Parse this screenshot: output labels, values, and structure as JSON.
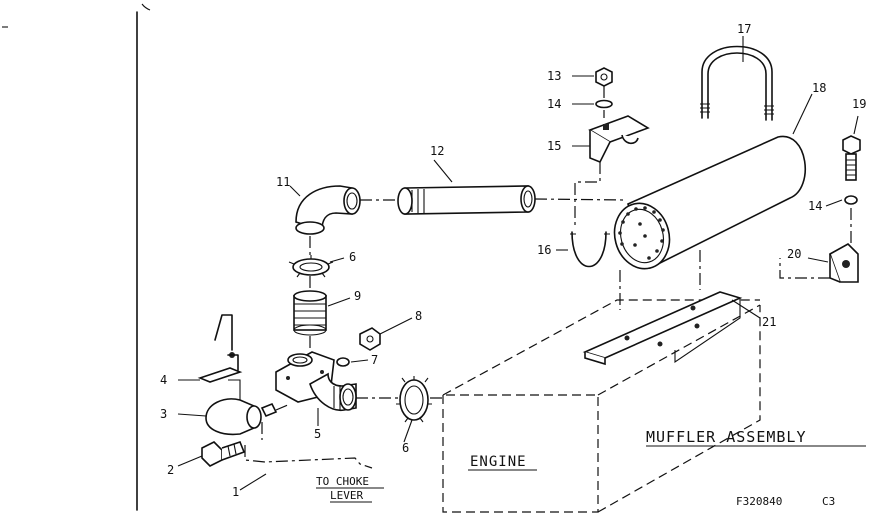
{
  "diagram": {
    "title": "MUFFLER ASSEMBLY",
    "engine_label": "ENGINE",
    "choke_label_line1": "TO CHOKE",
    "choke_label_line2": "LEVER",
    "figure_code": "F320840",
    "revision": "C3",
    "callouts": [
      "1",
      "2",
      "3",
      "4",
      "5",
      "6",
      "6",
      "7",
      "8",
      "9",
      "11",
      "12",
      "13",
      "14",
      "14",
      "15",
      "16",
      "17",
      "18",
      "19",
      "20",
      "21"
    ]
  }
}
